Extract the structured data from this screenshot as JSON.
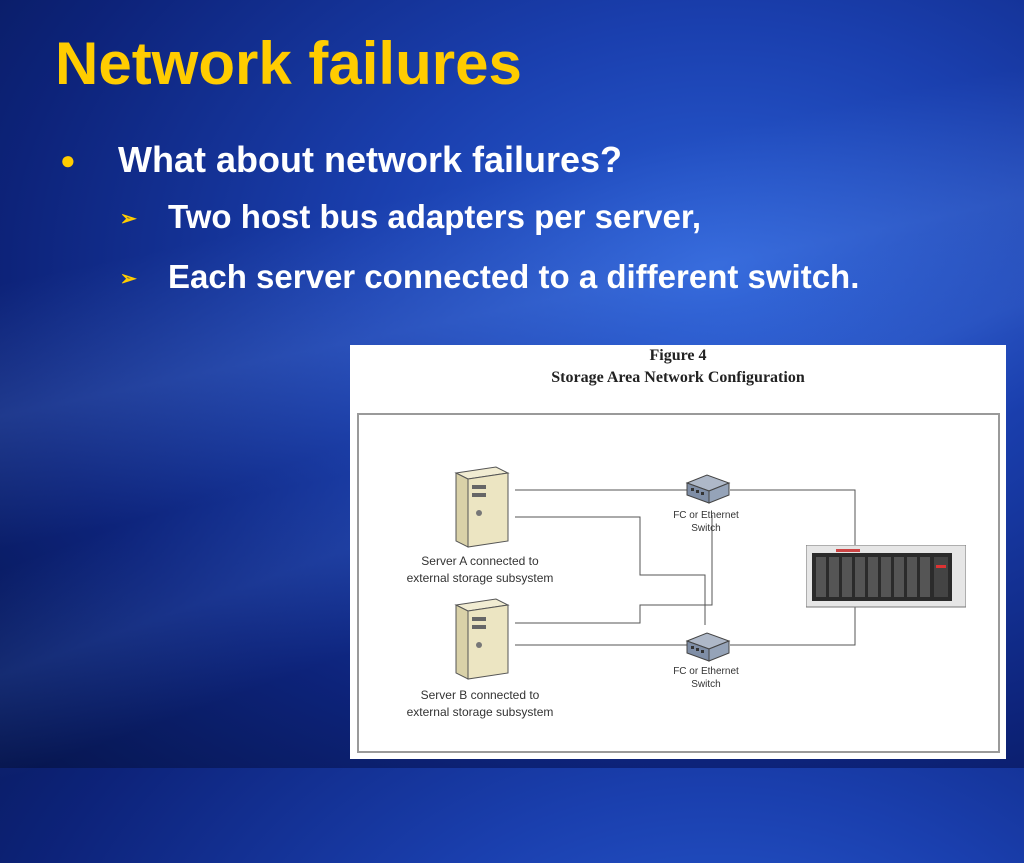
{
  "slide": {
    "title": "Network failures",
    "bullets": [
      {
        "marker": "●",
        "text": "What about network failures?"
      }
    ],
    "sub_bullets": [
      {
        "marker": "➢",
        "text": "Two host bus adapters per server,"
      },
      {
        "marker": "➢",
        "text": "Each server connected to a different switch."
      }
    ]
  },
  "figure": {
    "heading": "Figure 4",
    "caption": "Storage Area Network Configuration",
    "server_a_label_line1": "Server A connected to",
    "server_a_label_line2": "external storage subsystem",
    "server_b_label_line1": "Server B connected to",
    "server_b_label_line2": "external storage subsystem",
    "switch_top_line1": "FC or Ethernet",
    "switch_top_line2": "Switch",
    "switch_bottom_line1": "FC or Ethernet",
    "switch_bottom_line2": "Switch"
  },
  "colors": {
    "title": "#ffcc00",
    "text": "#ffffff",
    "background": "#1a3fae"
  }
}
